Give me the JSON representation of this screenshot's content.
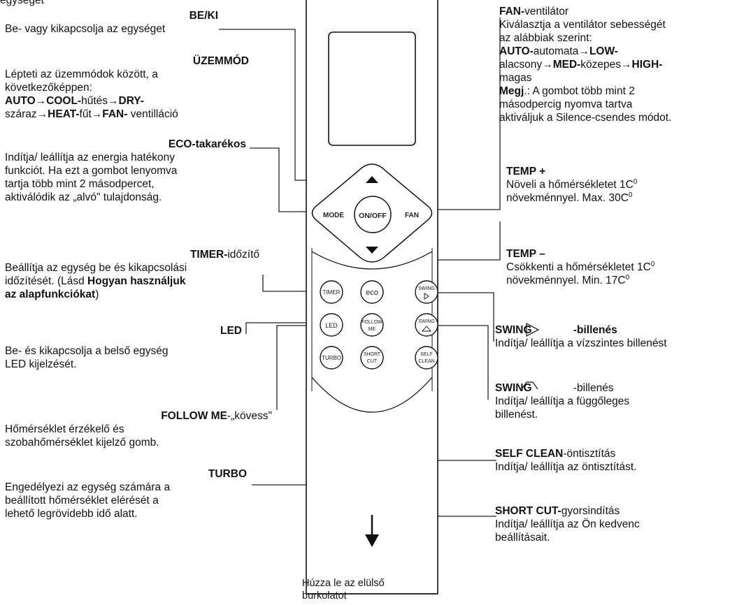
{
  "top_fragment": "egységet",
  "annotations": {
    "beki": {
      "title": "BE/KI",
      "line1": "Be- vagy kikapcsolja az egységet"
    },
    "mode": {
      "title": "ÜZEMMÓD",
      "line1": "Lépteti az üzemmódok között, a",
      "line2": "következőképpen:",
      "s1": "AUTO",
      "a1": "→",
      "s2": "COOL-",
      "s2t": "hűtés",
      "a2": "→",
      "s3": "DRY-",
      "s3t": "száraz",
      "a3": "→",
      "s4": "HEAT-",
      "s4t": "fűt",
      "a4": "→",
      "s5": "FAN-",
      "s5t": " ventilláció"
    },
    "eco": {
      "title": "ECO-takarékos",
      "line1": "Indítja/ leállítja az energia hatékony",
      "line2": "funkciót. Ha ezt a gombot lenyomva",
      "line3": "tartja több mint 2 másodpercet,",
      "line4": "aktiválódik az „alvó\" tulajdonság."
    },
    "timer": {
      "title_bold": "TIMER-",
      "title_rest": "időzítő",
      "line1": "Beállítja az egység be és  kikapcsolási",
      "line2a": "időzítését. (Lásd ",
      "line2b": "Hogyan használjuk",
      "line3a": "az alapfunkciókat",
      "line3b": ")"
    },
    "led": {
      "title": "LED",
      "line1": "Be- és kikapcsolja a belső egység",
      "line2": "LED kijelzését."
    },
    "follow": {
      "title_bold": "FOLLOW ME",
      "title_rest": "-„kövess\"",
      "line1": "Hőmérséklet érzékelő és",
      "line2": "szobahőmérséklet kijelző gomb."
    },
    "turbo": {
      "title": "TURBO",
      "line1": "Engedélyezi az egység számára a",
      "line2": "beállított hőmérséklet elérését a",
      "line3": "lehető legrövidebb idő alatt."
    },
    "fan": {
      "title_bold": "FAN-",
      "title_rest": "ventilátor",
      "line1": "Kiválasztja a ventilátor sebességét",
      "line2": "az alábbiak szerint:",
      "s1": "AUTO-",
      "s1t": "automata",
      "a1": "→",
      "s2": "LOW-",
      "s2t": "alacsony",
      "a2": "→",
      "s3": "MED-",
      "s3t": "közepes",
      "a3": "→",
      "s4": "HIGH-",
      "s4t": "magas",
      "note_bold": "Megj",
      "note_rest": ".: A gombot több mint 2",
      "note2": "másodpercig nyomva tartva",
      "note3": "aktiváljuk a Silence-csendes módot."
    },
    "tempplus": {
      "title": "TEMP +",
      "line1a": "Növeli a hőmérsékletet 1C",
      "sup1": "0",
      "line2a": "növekménnyel. Max. 30C",
      "sup2": "0"
    },
    "tempminus": {
      "title": "TEMP –",
      "line1a": "Csökkenti a hőmérsékletet 1C",
      "sup1": "0",
      "line2a": "növekménnyel. Min. 17C",
      "sup2": "0"
    },
    "swing_h": {
      "title": "SWING",
      "title_rest": " -billenés",
      "line1": "Indítja/ leállítja a vízszintes billenést"
    },
    "swing_v": {
      "title": "SWING",
      "title_rest": " -billenés",
      "line1": "Indítja/ leállítja a függőleges",
      "line2": "billenést."
    },
    "selfclean": {
      "title_bold": "SELF CLEAN",
      "title_rest": "-öntisztítás",
      "line1": "Indítja/ leállítja az öntisztítást."
    },
    "shortcut": {
      "title_bold": "SHORT CUT-",
      "title_rest": "gyorsindítás",
      "line1": "Indítja/ leállítja az Ön kedvenc",
      "line2": "beállításait."
    },
    "bottom": {
      "line1": "Húzza le az elülső",
      "line2": "burkolatot"
    }
  },
  "remote_buttons": {
    "mode": "MODE",
    "onoff": "ON/OFF",
    "fan": "FAN",
    "timer": "TIMER",
    "eco": "eco",
    "swing_h": "SWING",
    "led": "LED",
    "follow1": "FOLLOW",
    "follow2": "ME",
    "swing_v": "SWING",
    "turbo": "TURBO",
    "short1": "SHORT",
    "short2": "CUT",
    "self1": "SELF",
    "self2": "CLEAN"
  }
}
